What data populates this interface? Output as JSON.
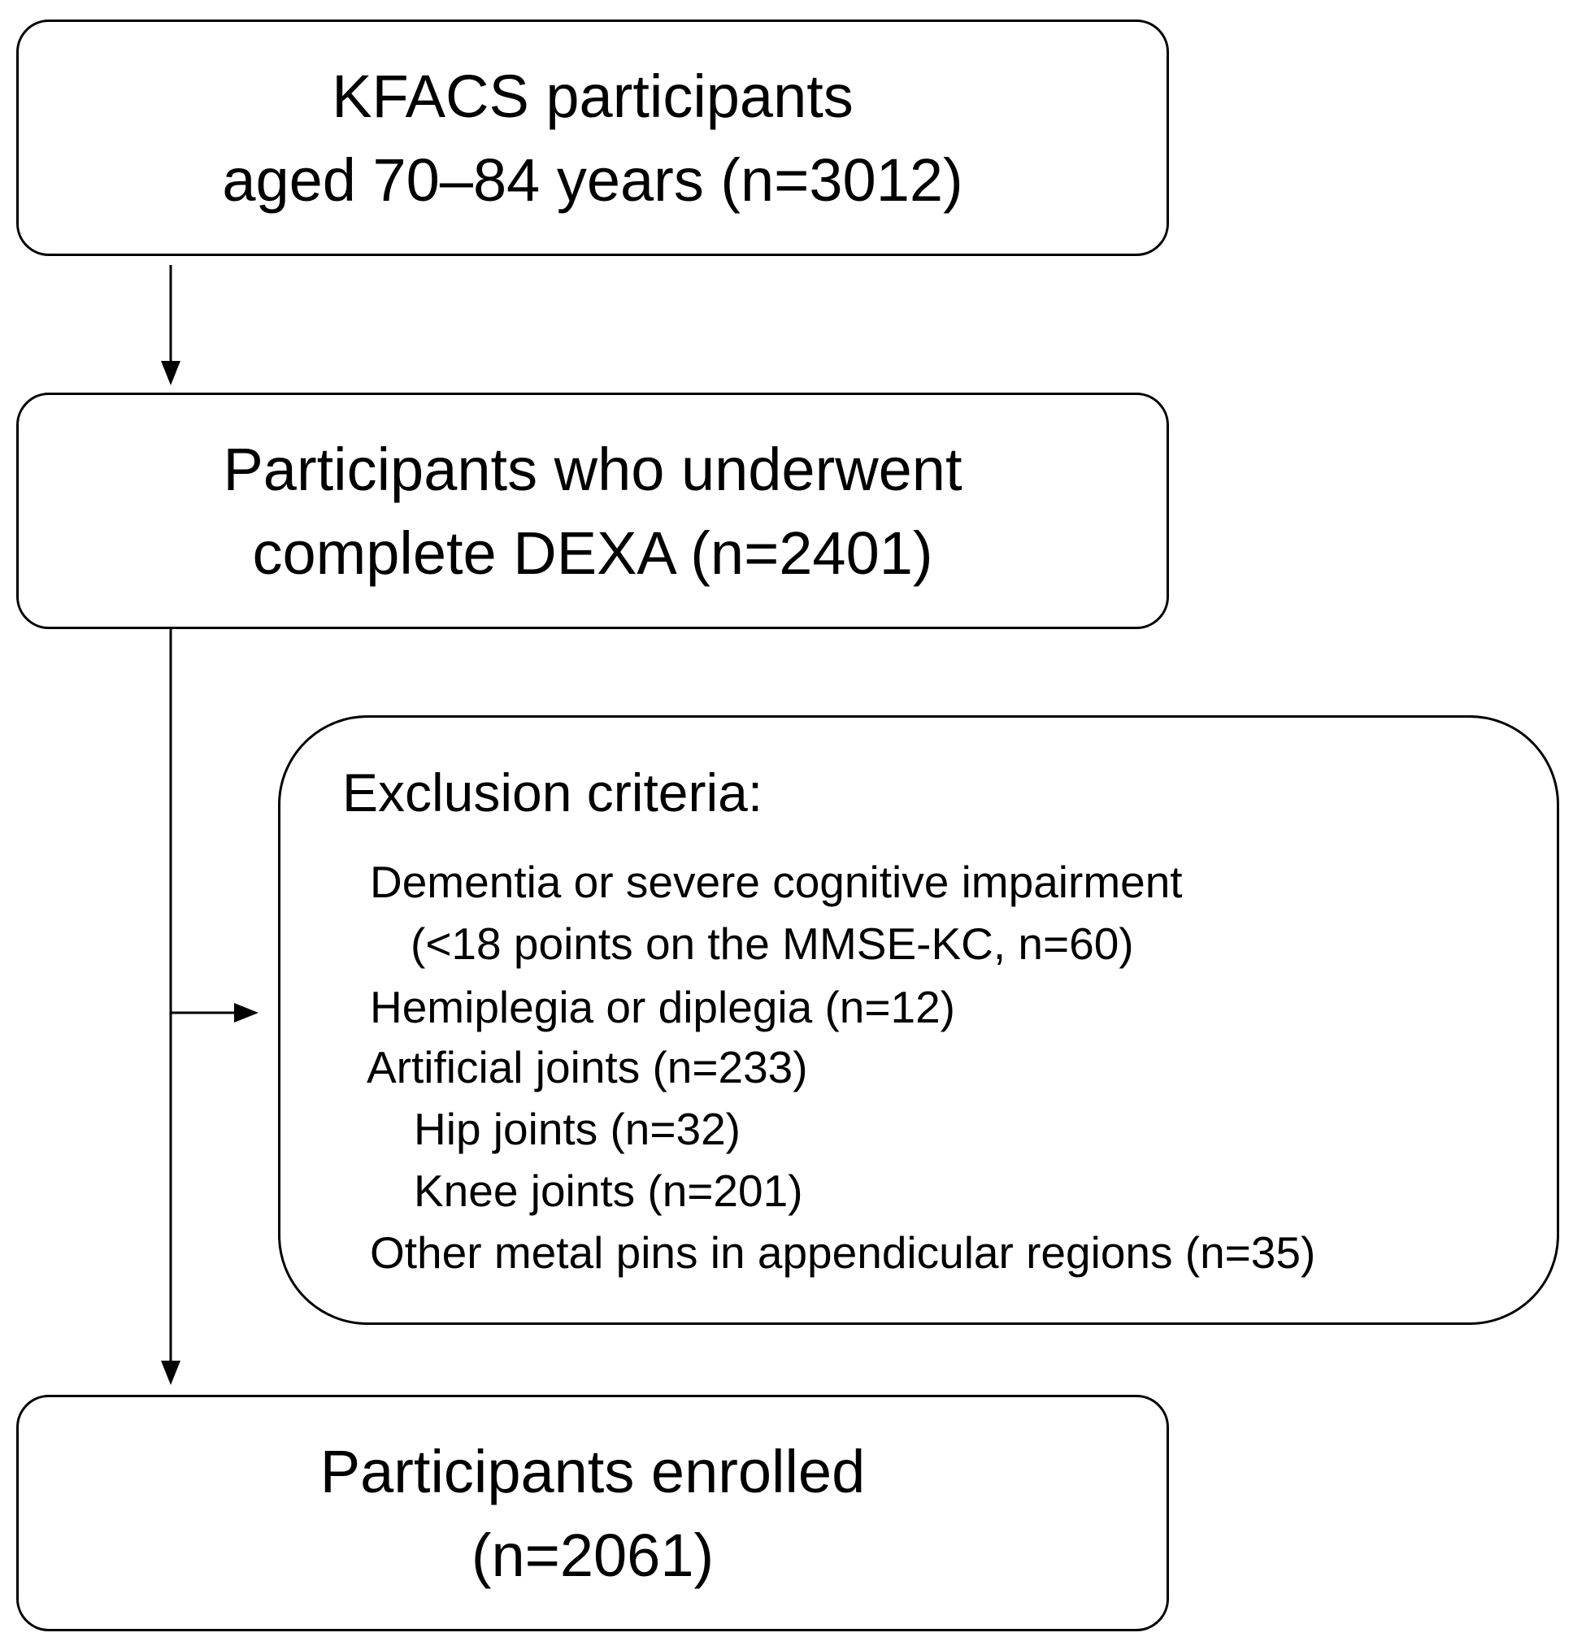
{
  "diagram": {
    "kfacs_box": {
      "line1": "KFACS participants",
      "line2": "aged 70–84 years (n=3012)"
    },
    "dexa_box": {
      "line1": "Participants who underwent",
      "line2": "complete DEXA (n=2401)"
    },
    "exclusion_box": {
      "title": "Exclusion criteria:",
      "items": [
        "Dementia or severe cognitive impairment",
        "(<18 points on the MMSE-KC, n=60)",
        "Hemiplegia or diplegia (n=12)",
        "Artificial joints (n=233)",
        "Hip joints (n=32)",
        "Knee joints (n=201)",
        "Other metal pins in appendicular regions (n=35)"
      ]
    },
    "enrolled_box": {
      "line1": "Participants enrolled",
      "line2": "(n=2061)"
    }
  }
}
